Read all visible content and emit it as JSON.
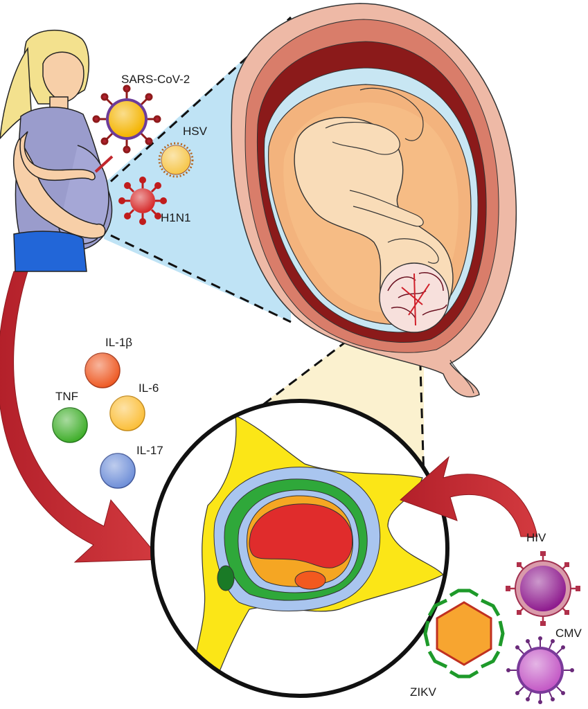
{
  "labels": {
    "sars_cov_2": "SARS-CoV-2",
    "hsv": "HSV",
    "h1n1": "H1N1",
    "il_1b": "IL-1β",
    "il_6": "IL-6",
    "tnf": "TNF",
    "il_17": "IL-17",
    "hiv": "HIV",
    "cmv": "CMV",
    "zikv": "ZIKV"
  },
  "colors": {
    "sars_cov_2": "#f4b400",
    "hsv": "#f6c64a",
    "h1n1": "#d62828",
    "il_1b": "#ee5a24",
    "il_6": "#fbbf3a",
    "tnf": "#3fae2a",
    "il_17": "#6f8fd8",
    "hiv": "#8e1b8e",
    "cmv": "#c45ac6",
    "zikv": "#f7a530",
    "arrow": "#c1272d",
    "zoom_blue": "#bfe3f5",
    "zoom_yellow": "#fbf1cf"
  },
  "icons": [
    "pregnant-woman-figure",
    "womb-cross-section",
    "fetus",
    "fetal-brain",
    "neuron-cross-section"
  ]
}
